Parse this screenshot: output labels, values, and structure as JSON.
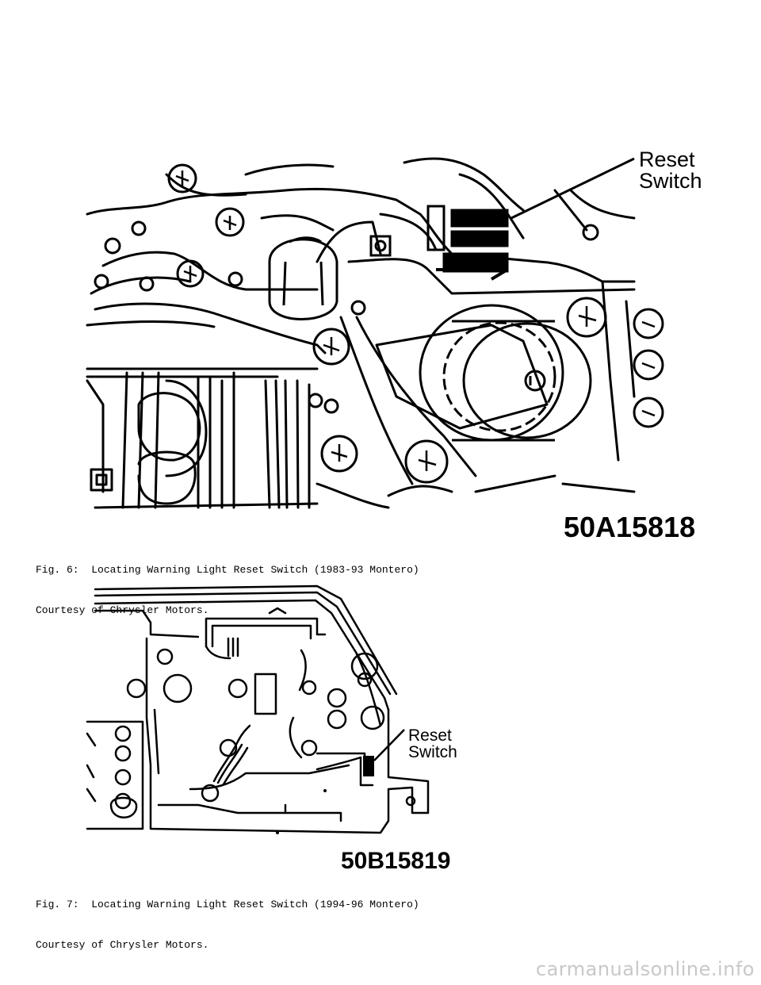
{
  "figure6": {
    "callout_line1": "Reset",
    "callout_line2": "Switch",
    "code": "50A15818",
    "caption_line1": "Fig. 6:  Locating Warning Light Reset Switch (1983-93 Montero)",
    "caption_line2": "Courtesy of Chrysler Motors."
  },
  "figure7": {
    "callout_line1": "Reset",
    "callout_line2": "Switch",
    "code": "50B15819",
    "caption_line1": "Fig. 7:  Locating Warning Light Reset Switch (1994-96 Montero)",
    "caption_line2": "Courtesy of Chrysler Motors."
  },
  "watermark": "carmanualsonline.info"
}
